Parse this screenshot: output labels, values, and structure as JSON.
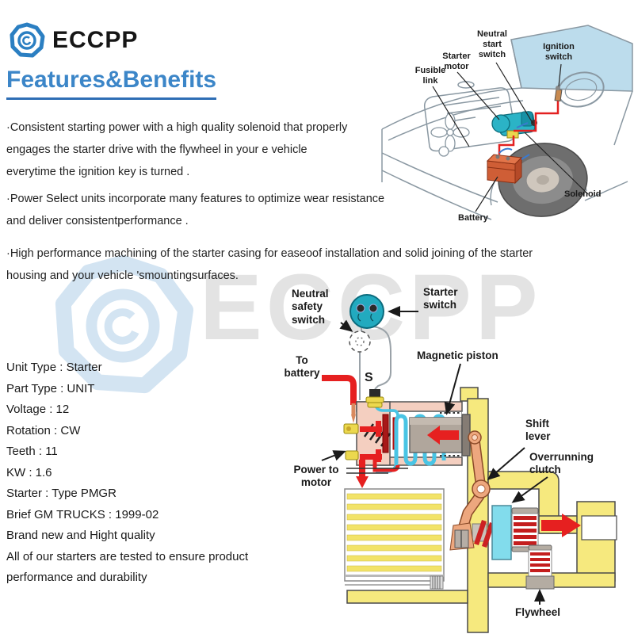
{
  "brand": {
    "logo_text": "ECCPP"
  },
  "heading": {
    "title": "Features&Benefits"
  },
  "features": {
    "paragraphs": [
      {
        "lines": [
          "·Consistent starting power with a high quality solenoid that properly",
          "engages the starter drive with the flywheel in your e vehicle",
          "everytime the ignition key is turned ."
        ]
      },
      {
        "lines": [
          "·Power Select units incorporate many features to optimize wear resistance",
          "and deliver consistentperformance ."
        ]
      },
      {
        "lines": [
          "·High performance machining of the starter casing for easeoof installation and solid joining of the starter",
          "housing and your vehicle 'smountingsurfaces."
        ]
      }
    ]
  },
  "specs": {
    "lines": [
      "Unit Type : Starter",
      "Part Type : UNIT",
      "Voltage : 12",
      "Rotation : CW",
      "Teeth : 11",
      "KW : 1.6",
      "Starter : Type PMGR",
      "Brief GM TRUCKS : 1999-02",
      "Brand new and Hight quality",
      "All of our starters are tested to ensure product",
      "performance and durability"
    ]
  },
  "car_diagram": {
    "labels": {
      "fusible_link": "Fusible link",
      "starter_motor": "Starter motor",
      "neutral_start_switch": "Neutral start switch",
      "ignition_switch": "Ignition switch",
      "solenoid": "Solenoid",
      "battery": "Battery"
    }
  },
  "starter_diagram": {
    "labels": {
      "neutral_safety_switch": "Neutral safety switch",
      "starter_switch": "Starter switch",
      "magnetic_piston": "Magnetic piston",
      "to_battery": "To battery",
      "s_terminal": "S",
      "power_to_motor": "Power to motor",
      "shift_lever": "Shift lever",
      "overrunning_clutch": "Overrunning clutch",
      "flywheel": "Flywheel"
    }
  },
  "watermark": {
    "text": "ECCPP"
  },
  "palette": {
    "heading_blue": "#3c86c8",
    "logo_blue": "#2b7fc2",
    "watermark_gray": "#e3e3e3",
    "watermark_blue": "#d3e4f2",
    "wire_red": "#e62020",
    "switch_teal": "#22aabf",
    "housing_yellow": "#f6e97e",
    "solenoid_pink": "#f4cfc0",
    "coil_cyan": "#49c4e4",
    "clutch_cyan": "#82dcec",
    "lever_salmon": "#eda77e",
    "battery_orange": "#cf5e36",
    "windshield_blue": "#bcdcec"
  }
}
